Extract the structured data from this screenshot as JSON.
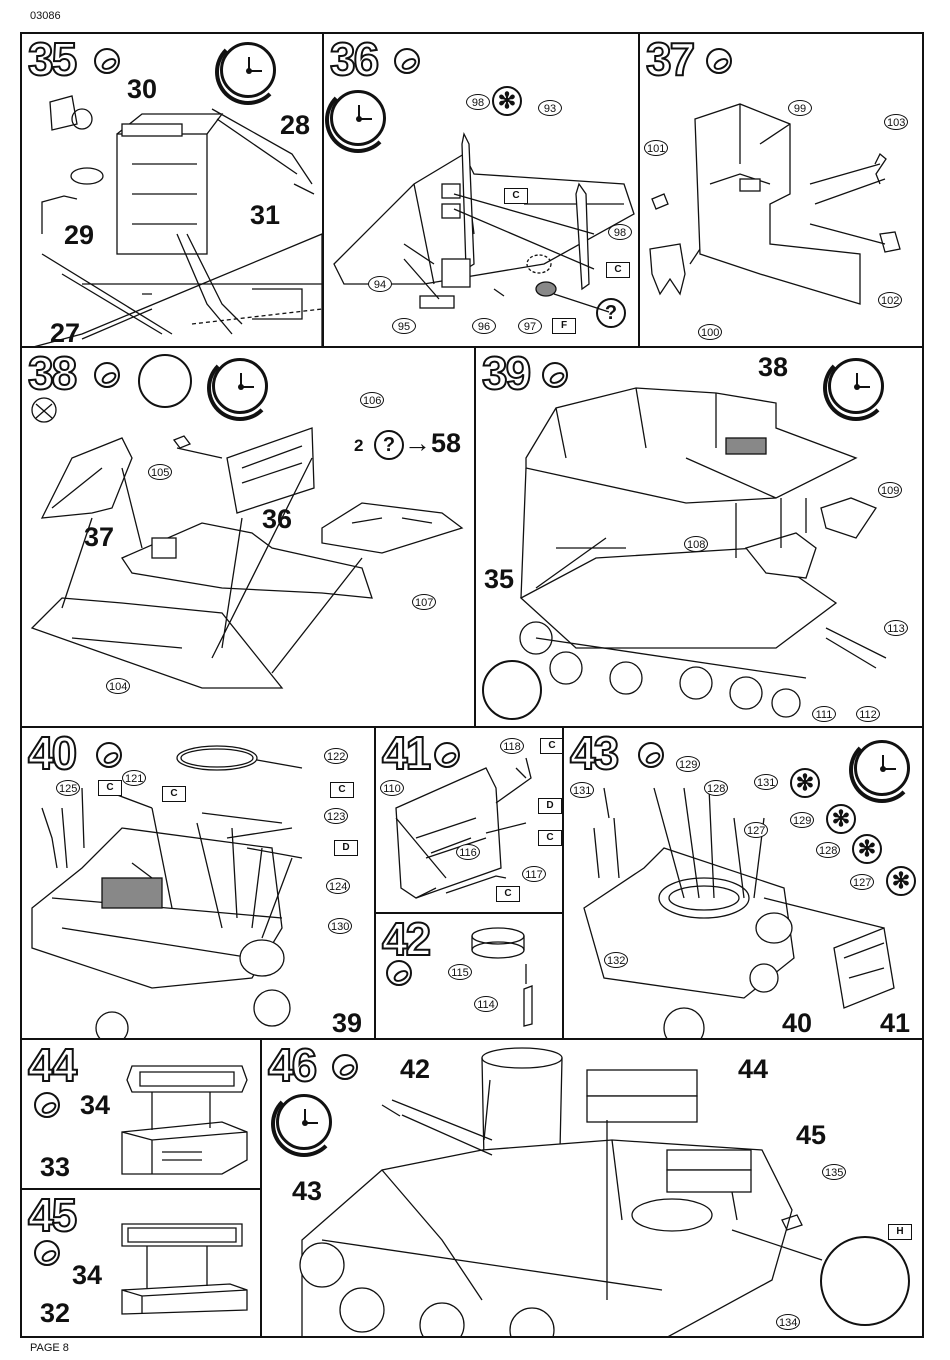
{
  "header": {
    "code": "03086"
  },
  "footer": {
    "page": "PAGE 8"
  },
  "s35": {
    "num": "35",
    "l30": "30",
    "l28": "28",
    "l29": "29",
    "l31": "31",
    "l27": "27"
  },
  "s36": {
    "num": "36",
    "p98a": "98",
    "p93": "93",
    "p98b": "98",
    "p94": "94",
    "p95": "95",
    "p96": "96",
    "p97": "97",
    "c1": "C",
    "c2": "C",
    "f": "F",
    "q": "?"
  },
  "s37": {
    "num": "37",
    "p99": "99",
    "p103": "103",
    "p101": "101",
    "p102": "102",
    "p100": "100"
  },
  "s38": {
    "num": "38",
    "p106": "106",
    "p105": "105",
    "l2": "2",
    "ref": "58",
    "l37": "37",
    "l36": "36",
    "p107": "107",
    "p104": "104"
  },
  "s39": {
    "num": "39",
    "l38": "38",
    "p109": "109",
    "p108": "108",
    "l35": "35",
    "p113": "113",
    "p111": "111",
    "p112": "112"
  },
  "s40": {
    "num": "40",
    "p122": "122",
    "p125": "125",
    "p121": "121",
    "p123": "123",
    "p124": "124",
    "p130": "130",
    "l39": "39",
    "c1": "C",
    "c2": "C",
    "c3": "C",
    "d1": "D"
  },
  "s41": {
    "num": "41",
    "p118": "118",
    "p110": "110",
    "p116": "116",
    "p117": "117",
    "c1": "C",
    "c2": "C",
    "c3": "C",
    "d1": "D"
  },
  "s42": {
    "num": "42",
    "p115": "115",
    "p114": "114"
  },
  "s43": {
    "num": "43",
    "p129": "129",
    "p128a": "128",
    "p131a": "131",
    "p131b": "131",
    "p127a": "127",
    "p129b": "129",
    "p128b": "128",
    "p127b": "127",
    "p132": "132",
    "l40": "40",
    "l41": "41"
  },
  "s44": {
    "num": "44",
    "l34": "34",
    "l33": "33"
  },
  "s45": {
    "num": "45",
    "l34": "34",
    "l32": "32"
  },
  "s46": {
    "num": "46",
    "l42": "42",
    "l44": "44",
    "l45": "45",
    "l43": "43",
    "p135": "135",
    "p134": "134",
    "h": "H"
  }
}
